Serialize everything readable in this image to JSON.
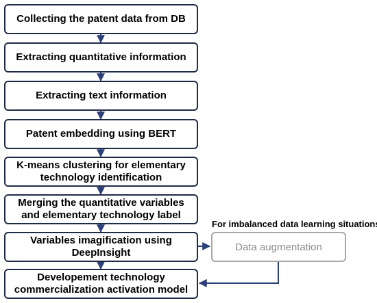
{
  "steps": [
    {
      "label": "Collecting the patent data from DB"
    },
    {
      "label": "Extracting quantitative information"
    },
    {
      "label": "Extracting text information"
    },
    {
      "label": "Patent embedding using BERT"
    },
    {
      "label": "K-means clustering for elementary technology identification"
    },
    {
      "label": "Merging the quantitative variables and elementary technology label"
    },
    {
      "label": "Variables imagification using DeepInsight"
    },
    {
      "label": "Developement technology commercialization activation model"
    }
  ],
  "augmentation": {
    "label": "Data augmentation",
    "note": "For imbalanced data learning situations"
  },
  "colors": {
    "box_border": "#1f2a44",
    "arrow": "#2b3f78",
    "augmentation_border": "#a8a8a8",
    "augmentation_text": "#8c8c8c"
  }
}
